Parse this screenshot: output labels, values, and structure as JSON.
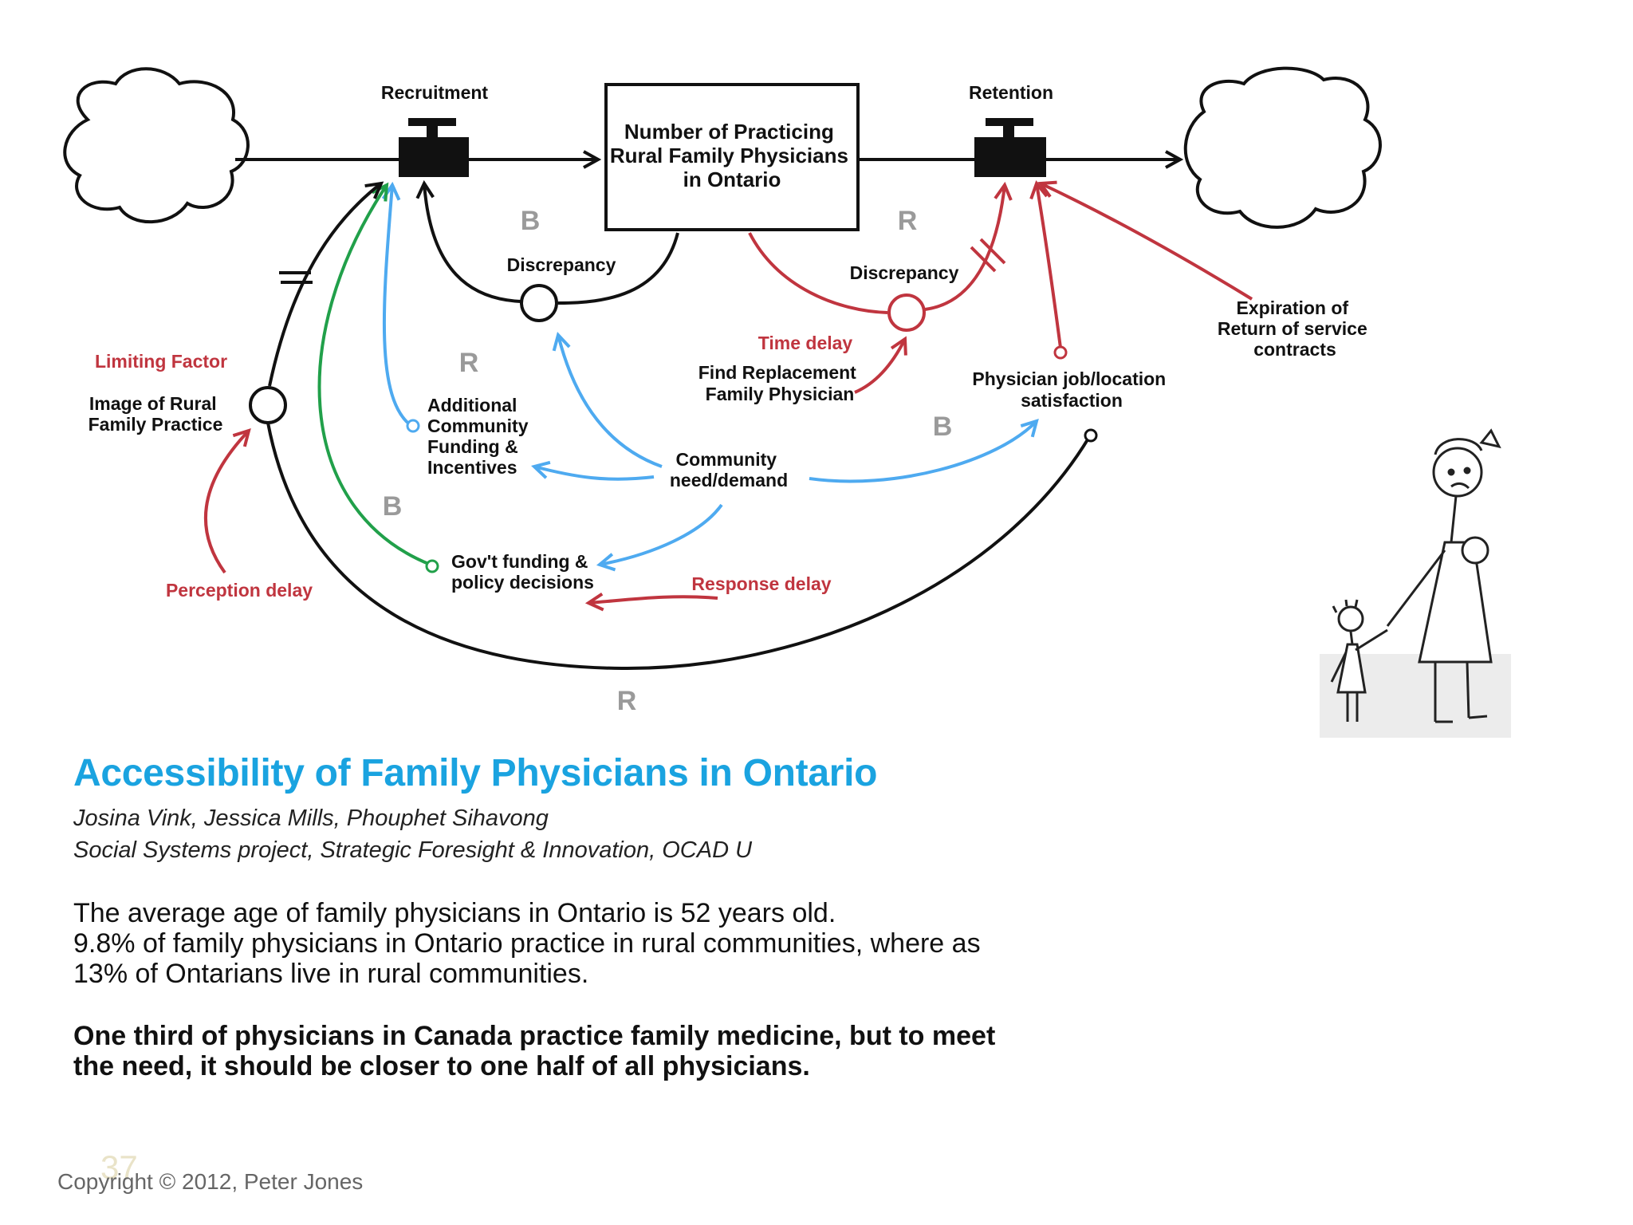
{
  "diagram": {
    "recruitment_label": "Recruitment",
    "retention_label": "Retention",
    "stock_label_lines": [
      "Number of Practicing",
      "Rural Family Physicians",
      "in Ontario"
    ],
    "discrepancy_left": "Discrepancy",
    "discrepancy_right": "Discrepancy",
    "limiting_factor": "Limiting Factor",
    "image_rural_lines": [
      "Image of Rural",
      "Family Practice"
    ],
    "perception_delay": "Perception delay",
    "additional_lines": [
      "Additional",
      "Community",
      "Funding &",
      "Incentives"
    ],
    "community_need_lines": [
      "Community",
      "need/demand"
    ],
    "time_delay": "Time delay",
    "find_replacement_lines": [
      "Find Replacement",
      "Family Physician"
    ],
    "satisfaction_lines": [
      "Physician job/location",
      "satisfaction"
    ],
    "expiration_lines": [
      "Expiration of",
      "Return of service",
      "contracts"
    ],
    "govt_lines": [
      "Gov't funding &",
      "policy decisions"
    ],
    "response_delay": "Response delay",
    "loop_labels": {
      "b_top_left": "B",
      "r_top_right": "R",
      "r_mid_left": "R",
      "b_mid_right": "B",
      "b_lower_left": "B",
      "r_bottom": "R"
    },
    "colors": {
      "red": "#c0353f",
      "blue": "#4eaaf0",
      "green": "#21a04a",
      "black": "#111111"
    }
  },
  "slide": {
    "title": "Accessibility of Family Physicians in Ontario",
    "authors": "Josina Vink, Jessica Mills, Phouphet Sihavong",
    "project": "Social Systems project, Strategic Foresight & Innovation, OCAD U",
    "body_lines": [
      "The average age of family physicians in Ontario is 52 years old.",
      "9.8% of family physicians in Ontario practice in rural communities, where as",
      "13% of Ontarians live in rural communities."
    ],
    "bold_lines": [
      "One third of physicians in Canada practice family medicine, but to meet",
      "the need, it should be closer to one half of all physicians."
    ],
    "slide_number": "37",
    "copyright": "Copyright © 2012, Peter Jones",
    "title_color": "#1aa3e0"
  }
}
